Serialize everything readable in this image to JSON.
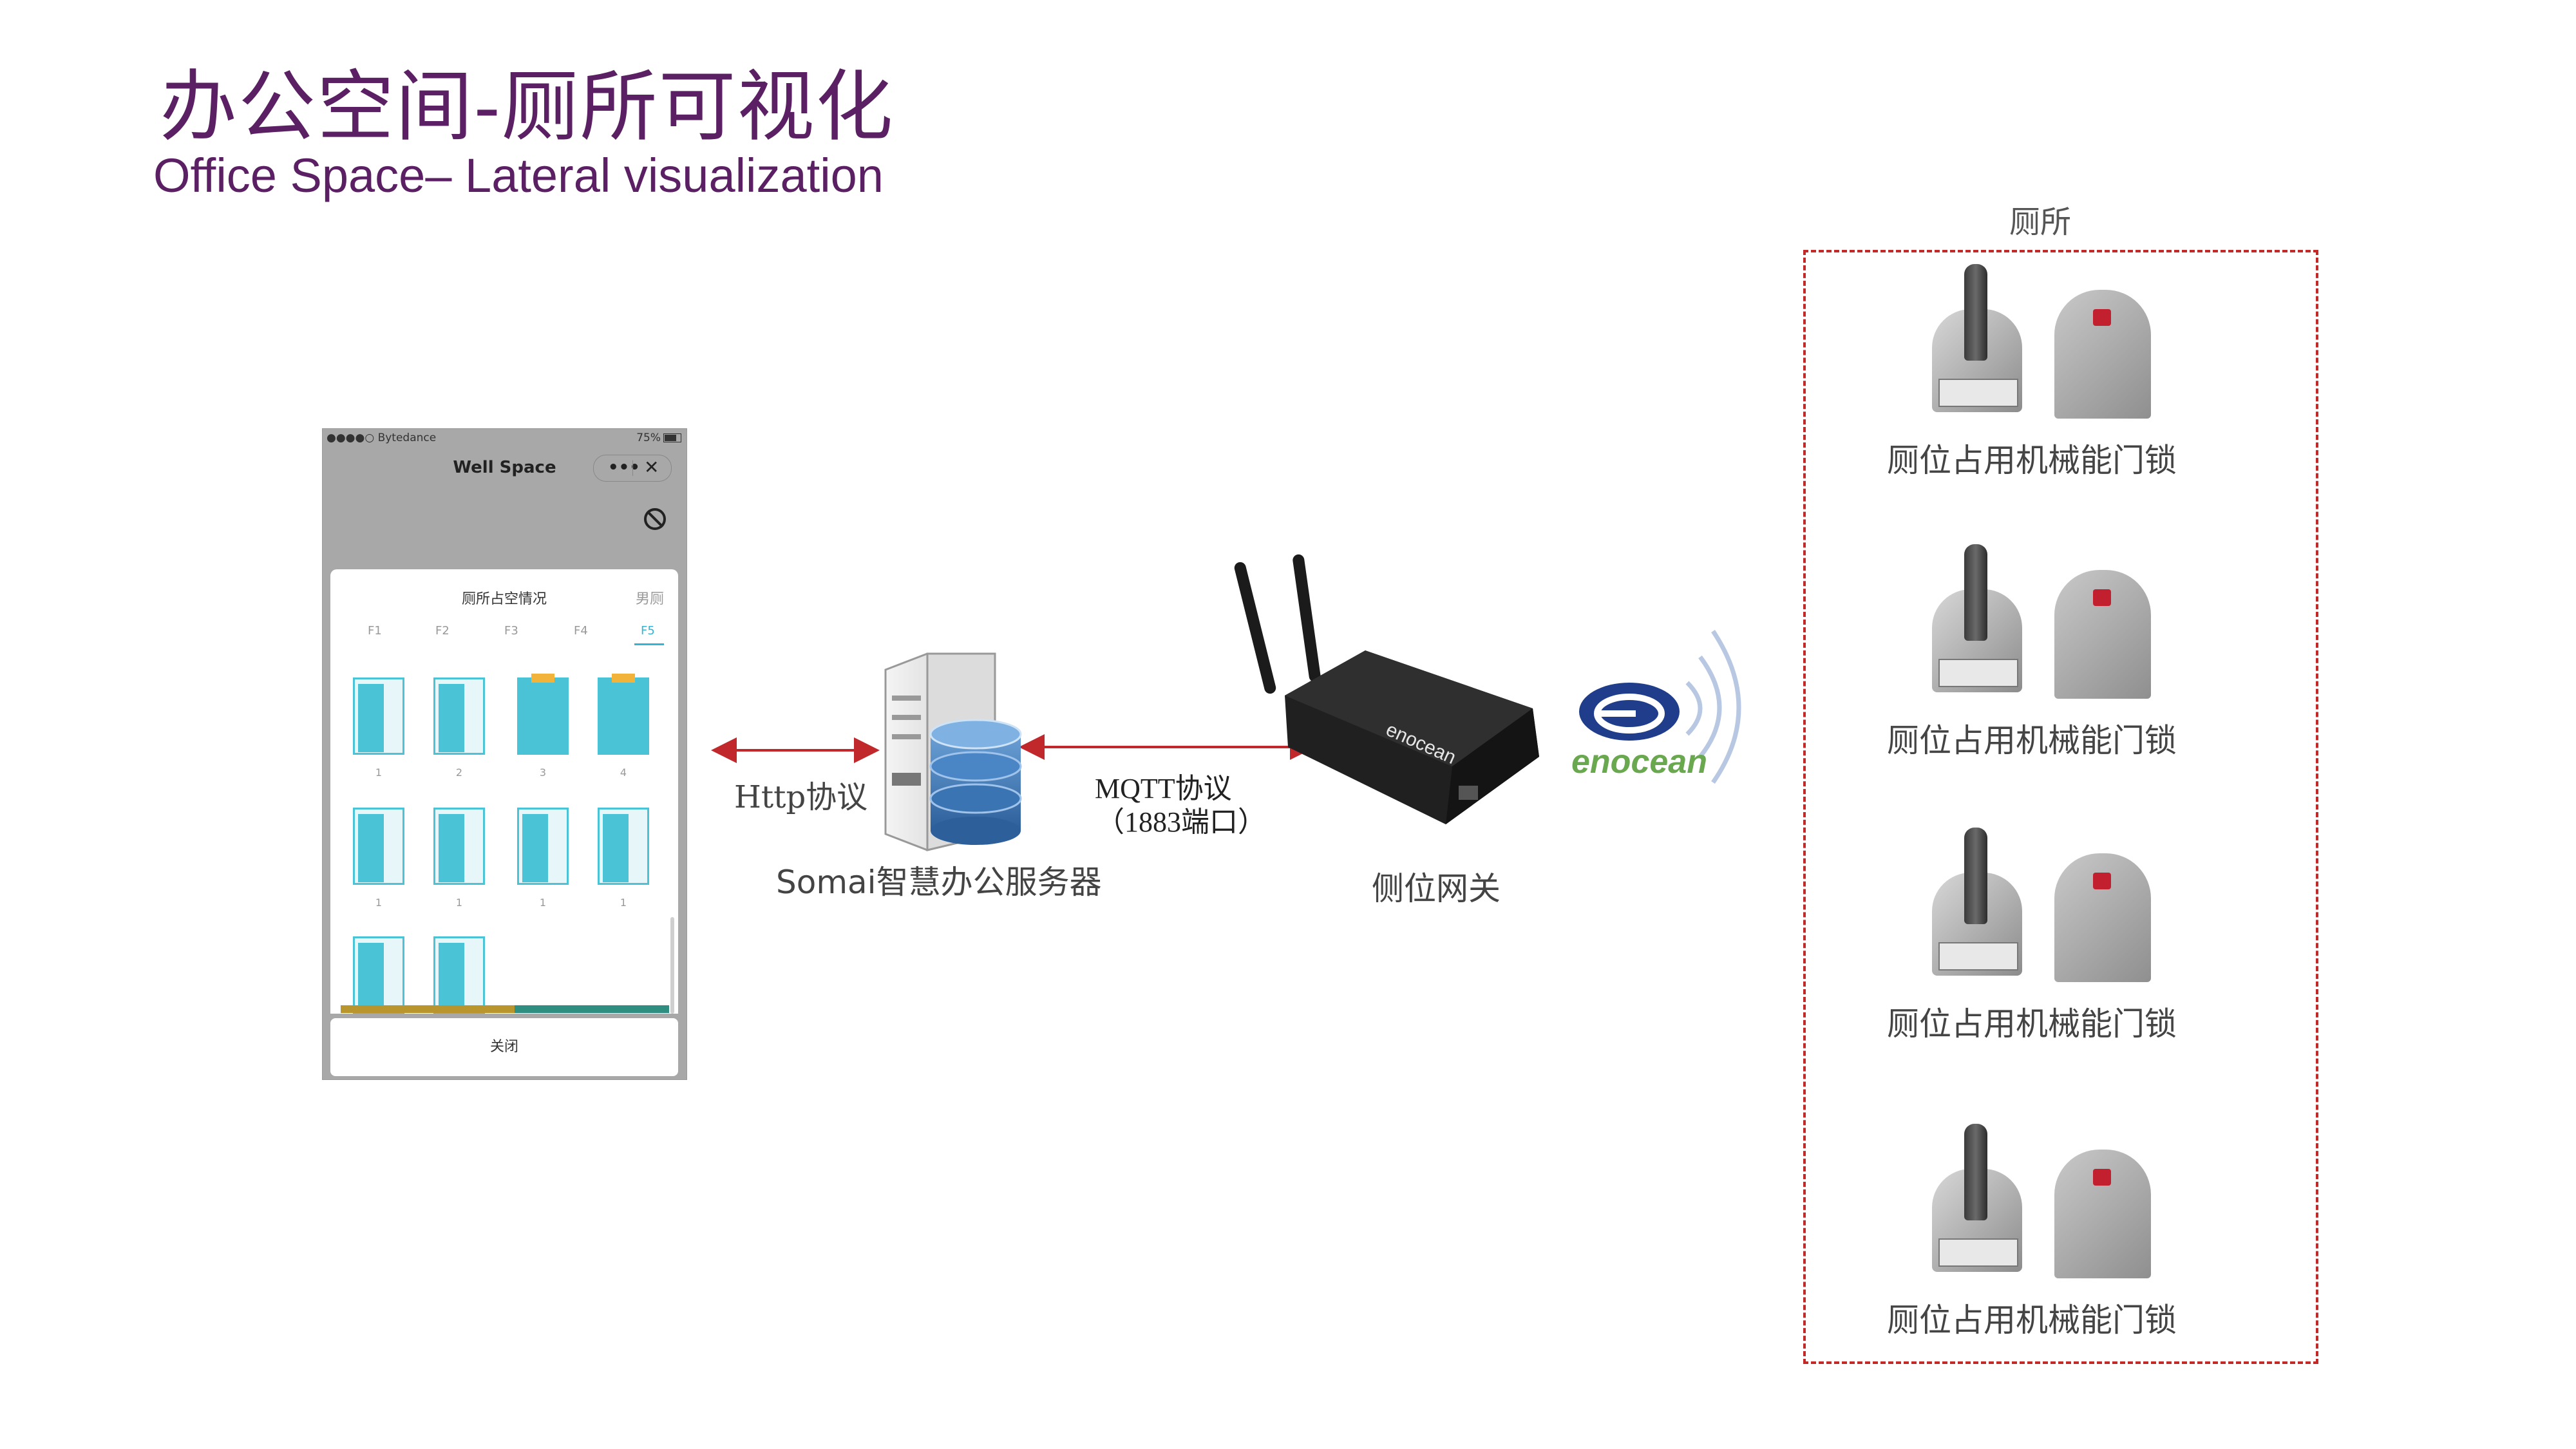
{
  "title_zh": "办公空间-厕所可视化",
  "title_en": "Office Space– Lateral visualization",
  "phone": {
    "status_carrier": "●●●●○ Bytedance",
    "status_battery": "75%",
    "nav_title": "Well Space",
    "sheet_title": "厕所占空情况",
    "sheet_tag": "男厕",
    "floors": [
      "F1",
      "F2",
      "F3",
      "F4",
      "F5"
    ],
    "active_floor": "F5",
    "stalls_row1": [
      "1",
      "2",
      "3",
      "4"
    ],
    "stalls_row2": [
      "1",
      "1",
      "1",
      "1"
    ],
    "close_label": "关闭"
  },
  "http_label": "Http协议",
  "server_label": "Somai智慧办公服务器",
  "mqtt_label": "MQTT协议",
  "mqtt_port": "（1883端口）",
  "gateway_label": "侧位网关",
  "gateway_device_text": "enocean",
  "enocean_logo": "enocean",
  "toilet_label": "厕所",
  "lock_labels": [
    "厕位占用机械能门锁",
    "厕位占用机械能门锁",
    "厕位占用机械能门锁",
    "厕位占用机械能门锁"
  ],
  "colors": {
    "title": "#5b1f63",
    "arrow": "#c0282b",
    "box_border": "#c22a2a",
    "enocean_blue": "#1f3d8a",
    "enocean_green": "#6aa84f",
    "accent_teal": "#4ac3d6"
  }
}
